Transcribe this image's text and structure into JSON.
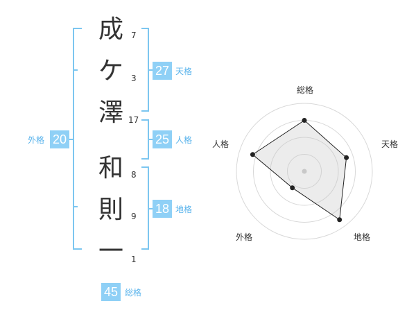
{
  "name_chars": [
    {
      "char": "成",
      "strokes": "7"
    },
    {
      "char": "ケ",
      "strokes": "3"
    },
    {
      "char": "澤",
      "strokes": "17"
    },
    {
      "char": "和",
      "strokes": "8"
    },
    {
      "char": "則",
      "strokes": "9"
    },
    {
      "char": "一",
      "strokes": "1"
    }
  ],
  "kaku": {
    "tenkaku": {
      "value": "27",
      "label": "天格"
    },
    "jinkaku": {
      "value": "25",
      "label": "人格"
    },
    "chikaku": {
      "value": "18",
      "label": "地格"
    },
    "gaikaku": {
      "value": "20",
      "label": "外格"
    },
    "soukaku": {
      "value": "45",
      "label": "総格"
    }
  },
  "colors": {
    "accent": "#8fd0f6",
    "accent_text": "#5bb4ec",
    "bracket": "#7cc6f0",
    "text": "#333333"
  },
  "chart_data": {
    "type": "radar",
    "axes": [
      "総格",
      "天格",
      "地格",
      "外格",
      "人格"
    ],
    "values": [
      0.75,
      0.65,
      0.88,
      0.3,
      0.8
    ],
    "range": [
      0,
      1
    ],
    "rings": 4,
    "grid": true
  }
}
